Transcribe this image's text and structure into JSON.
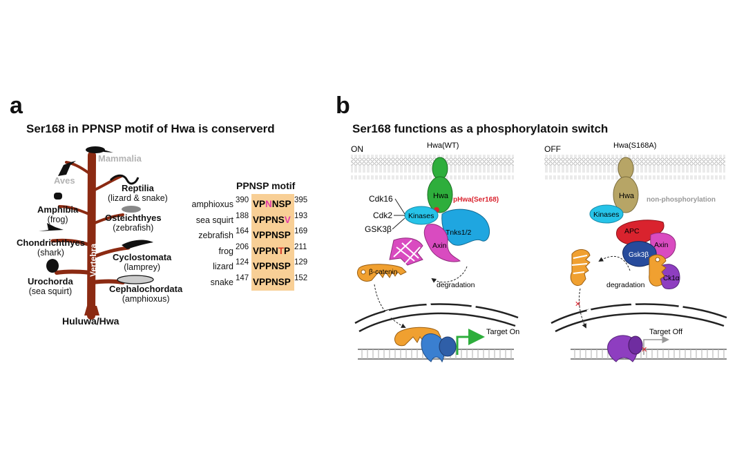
{
  "panel_a": {
    "letter": "a",
    "title": "Ser168 in PPNSP motif of Hwa is conserverd",
    "tree_trunk_label": "Vertebra",
    "tree_root_label": "Huluwa/Hwa",
    "taxa": {
      "mammalia": {
        "name": "Mammalia"
      },
      "aves": {
        "name": "Aves"
      },
      "reptilia": {
        "name": "Reptilia",
        "common": "(lizard & snake)"
      },
      "amphibia": {
        "name": "Amphibia",
        "common": "(frog)"
      },
      "osteichthyes": {
        "name": "Osteichthyes",
        "common": "(zebrafish)"
      },
      "chondrichthyes": {
        "name": "Chondrichthyes",
        "common": "(shark)"
      },
      "cyclostomata": {
        "name": "Cyclostomata",
        "common": "(lamprey)"
      },
      "urochorda": {
        "name": "Urochorda",
        "common": "(sea squirt)"
      },
      "cephalochordata": {
        "name": "Cephalochordata",
        "common": "(amphioxus)"
      }
    },
    "motif_title": "PPNSP motif",
    "motif_rows": [
      {
        "species": "amphioxus",
        "start": "390",
        "end": "395",
        "seq": [
          {
            "t": "VP",
            "c": "#000"
          },
          {
            "t": "N",
            "c": "#e23ca5"
          },
          {
            "t": "NSP",
            "c": "#000"
          }
        ]
      },
      {
        "species": "sea squirt",
        "start": "188",
        "end": "193",
        "seq": [
          {
            "t": "VPPNS",
            "c": "#000"
          },
          {
            "t": "V",
            "c": "#e23ca5"
          }
        ]
      },
      {
        "species": "zebrafish",
        "start": "164",
        "end": "169",
        "seq": [
          {
            "t": "VPPNSP",
            "c": "#000"
          }
        ]
      },
      {
        "species": "frog",
        "start": "206",
        "end": "211",
        "seq": [
          {
            "t": "VPPN",
            "c": "#000"
          },
          {
            "t": "T",
            "c": "#d83a2a"
          },
          {
            "t": "P",
            "c": "#000"
          }
        ]
      },
      {
        "species": "lizard",
        "start": "124",
        "end": "129",
        "seq": [
          {
            "t": "VPPNSP",
            "c": "#000"
          }
        ]
      },
      {
        "species": "snake",
        "start": "147",
        "end": "152",
        "seq": [
          {
            "t": "VPPNSP",
            "c": "#000"
          }
        ]
      }
    ],
    "colors": {
      "trunk": "#8b2a12",
      "highlight": "#f8cf96"
    }
  },
  "panel_b": {
    "letter": "b",
    "title": "Ser168 functions as a phosphorylatoin switch",
    "on": {
      "state": "ON",
      "hwa_label": "Hwa(WT)",
      "hwa": "Hwa",
      "phospho_label": "pHwa(Ser168)",
      "kinases": "Kinases",
      "cdk16": "Cdk16",
      "cdk2": "Cdk2",
      "gsk3b": "GSK3β",
      "tnks": "Tnks1/2",
      "axin": "Axin",
      "bcatenin": "β-catenin",
      "degradation": "degradation",
      "target": "Target On"
    },
    "off": {
      "state": "OFF",
      "hwa_label": "Hwa(S168A)",
      "hwa": "Hwa",
      "nonphospho": "non-phosphorylation",
      "kinases": "Kinases",
      "apc": "APC",
      "axin": "Axin",
      "gsk3b": "Gsk3β",
      "ck1a": "Ck1α",
      "degradation": "degradation",
      "target": "Target Off"
    },
    "colors": {
      "green": "#2eae3c",
      "khaki": "#b7a566",
      "cyan": "#26c3e8",
      "magenta": "#d94bc0",
      "red": "#d9232e",
      "navy": "#274b9c",
      "orange": "#f0a030",
      "purple": "#8e3ec0"
    }
  }
}
